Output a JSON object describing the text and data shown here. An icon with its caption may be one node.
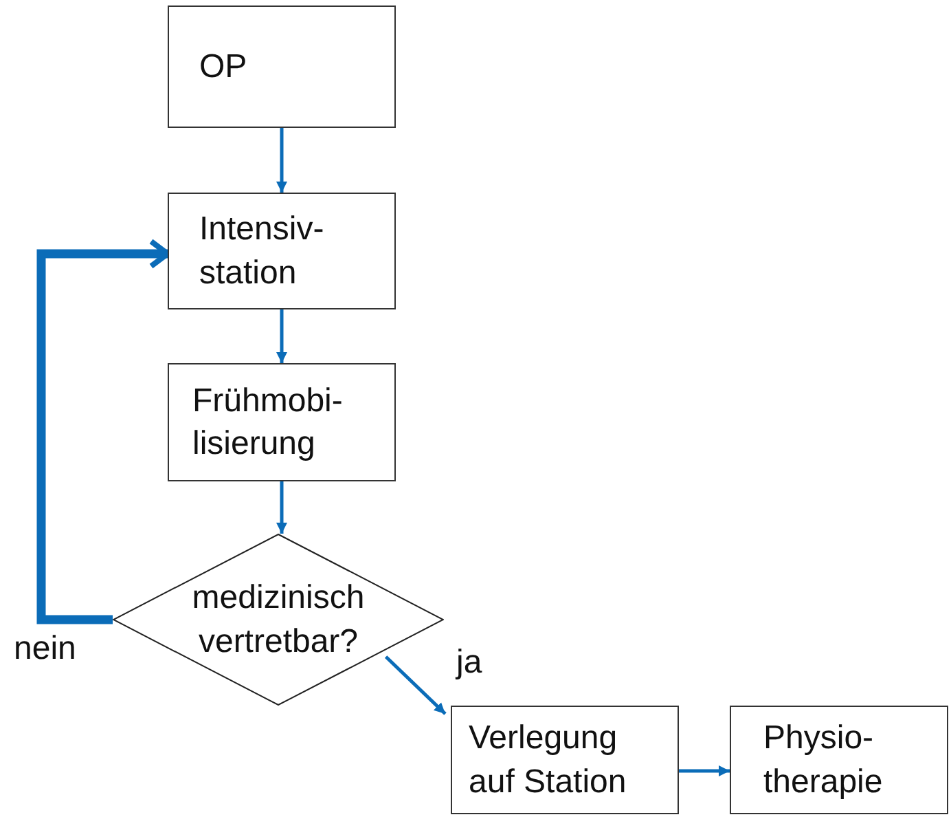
{
  "diagram": {
    "nodes": [
      {
        "text": [
          "OP"
        ]
      },
      {
        "text": [
          "Intensiv- station"
        ]
      },
      {
        "text": [
          "Frühmobi- lisierung"
        ]
      },
      {
        "text": [
          "medizinisch vertretbar?"
        ]
      },
      {
        "text": [
          "Verlegung auf Station"
        ]
      },
      {
        "text": [
          "Physio- therapie"
        ]
      }
    ],
    "edges": [
      {
        "from": 0,
        "to": 1,
        "arrow": "to"
      },
      {
        "from": 1,
        "to": 2,
        "arrow": "to"
      },
      {
        "from": 2,
        "to": 3,
        "arrow": "to"
      },
      {
        "from": 3,
        "to": 1,
        "arrow": "to",
        "label": "nein",
        "style": "thick"
      },
      {
        "from": 3,
        "to": 4,
        "arrow": "to",
        "label": "ja"
      },
      {
        "from": 4,
        "to": 5,
        "arrow": "to"
      }
    ]
  }
}
